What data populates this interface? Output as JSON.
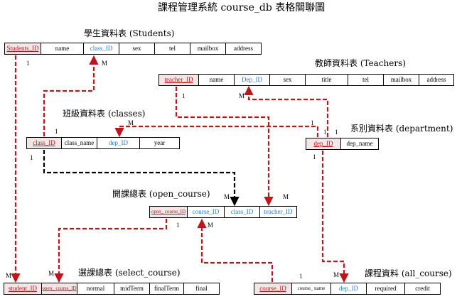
{
  "title": "課程管理系統 course_db 表格關聯圖",
  "colors": {
    "red": "#c0151b",
    "blue": "#2a78c2",
    "black": "#000000",
    "pk_bg": "#f3e6e6"
  },
  "tables": {
    "students": {
      "title": "學生資料表 (Students)",
      "cells": [
        {
          "t": "Students_ID",
          "k": "pk"
        },
        {
          "t": "name"
        },
        {
          "t": "class_ID",
          "k": "fk"
        },
        {
          "t": "sex"
        },
        {
          "t": "tel"
        },
        {
          "t": "mailbox"
        },
        {
          "t": "address"
        }
      ]
    },
    "teachers": {
      "title": "教師資料表 (Teachers)",
      "cells": [
        {
          "t": "teacher_ID",
          "k": "pk"
        },
        {
          "t": "name"
        },
        {
          "t": "Dep_ID",
          "k": "fk"
        },
        {
          "t": "sex"
        },
        {
          "t": "title"
        },
        {
          "t": "tel"
        },
        {
          "t": "mailbox"
        },
        {
          "t": "address"
        }
      ]
    },
    "classes": {
      "title": "班級資料表 (classes)",
      "cells": [
        {
          "t": "class_ID",
          "k": "pk"
        },
        {
          "t": "class_name"
        },
        {
          "t": "dep_ID",
          "k": "fk"
        },
        {
          "t": "year"
        }
      ]
    },
    "department": {
      "title": "系別資料表 (department)",
      "cells": [
        {
          "t": "dep_ID",
          "k": "pk"
        },
        {
          "t": "dep_name"
        }
      ]
    },
    "open_course": {
      "title": "開課總表 (open_course)",
      "cells": [
        {
          "t": "open_ course_ID",
          "k": "pk"
        },
        {
          "t": "course_ID",
          "k": "fk"
        },
        {
          "t": "class_ID",
          "k": "fk"
        },
        {
          "t": "teacher_ID",
          "k": "fk"
        }
      ]
    },
    "select_course": {
      "title": "選課總表 (select_course)",
      "cells": [
        {
          "t": "student_ID",
          "k": "pk"
        },
        {
          "t": "open_ course_ID",
          "k": "pk"
        },
        {
          "t": "normal"
        },
        {
          "t": "midTerm"
        },
        {
          "t": "finalTerm"
        },
        {
          "t": "final"
        }
      ]
    },
    "all_course": {
      "title": "課程資料 (all_course)",
      "cells": [
        {
          "t": "course_ID",
          "k": "pk"
        },
        {
          "t": "course_ name"
        },
        {
          "t": "dep_ID",
          "k": "fk"
        },
        {
          "t": "required"
        },
        {
          "t": "credit"
        }
      ]
    }
  },
  "cardinality": {
    "one": "1",
    "many": "M"
  }
}
